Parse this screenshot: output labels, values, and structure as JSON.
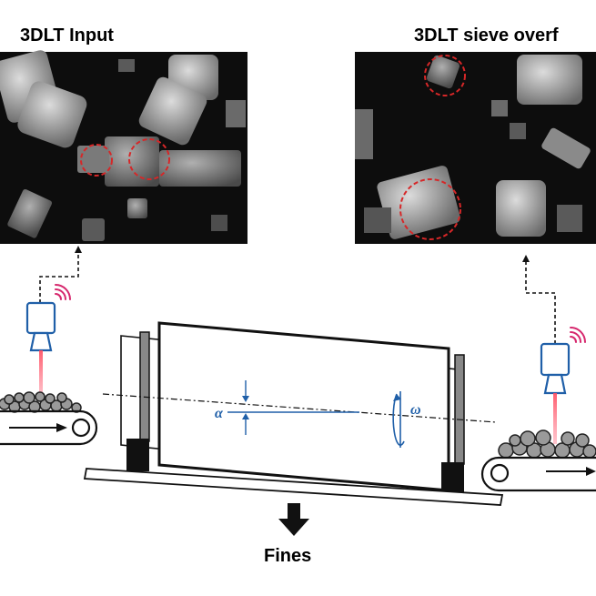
{
  "panels": {
    "input_title": "3DLT Input",
    "overflow_title": "3DLT sieve overf"
  },
  "output": {
    "fines_label": "Fines"
  },
  "symbols": {
    "tilt_angle": "α",
    "rotation_speed": "ω"
  },
  "colors": {
    "annotation_blue": "#1f5fa8",
    "laser_red": "#e8435a",
    "signal_pink": "#d6276d",
    "highlight_circle": "#d62728",
    "depth_image_bg": "#0d0d0d"
  },
  "icons": [
    "camera-icon",
    "wifi-signal-icon",
    "rotation-arrow-icon",
    "down-arrow-icon"
  ]
}
